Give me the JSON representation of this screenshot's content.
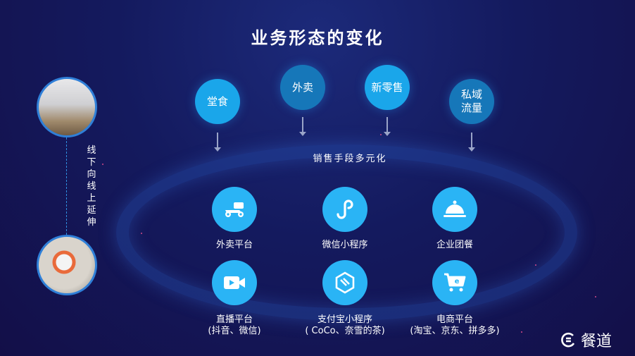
{
  "title": "业务形态的变化",
  "channels": [
    {
      "label": "堂食"
    },
    {
      "label": "外卖"
    },
    {
      "label": "新零售"
    },
    {
      "label": "私域流量"
    }
  ],
  "ring_label": "销售手段多元化",
  "left_caption": "线下向线上延伸",
  "services": [
    {
      "label": "外卖平台",
      "sub": ""
    },
    {
      "label": "微信小程序",
      "sub": ""
    },
    {
      "label": "企业团餐",
      "sub": ""
    },
    {
      "label": "直播平台",
      "sub": "(抖音、微信)"
    },
    {
      "label": "支付宝小程序",
      "sub": "( CoCo、奈雪的茶)"
    },
    {
      "label": "电商平台",
      "sub": "(淘宝、京东、拼多多)"
    }
  ],
  "logo_text": "餐道",
  "colors": {
    "bright": "#1aa6ea",
    "dark": "#1677b9",
    "icon": "#2ab4f5"
  }
}
